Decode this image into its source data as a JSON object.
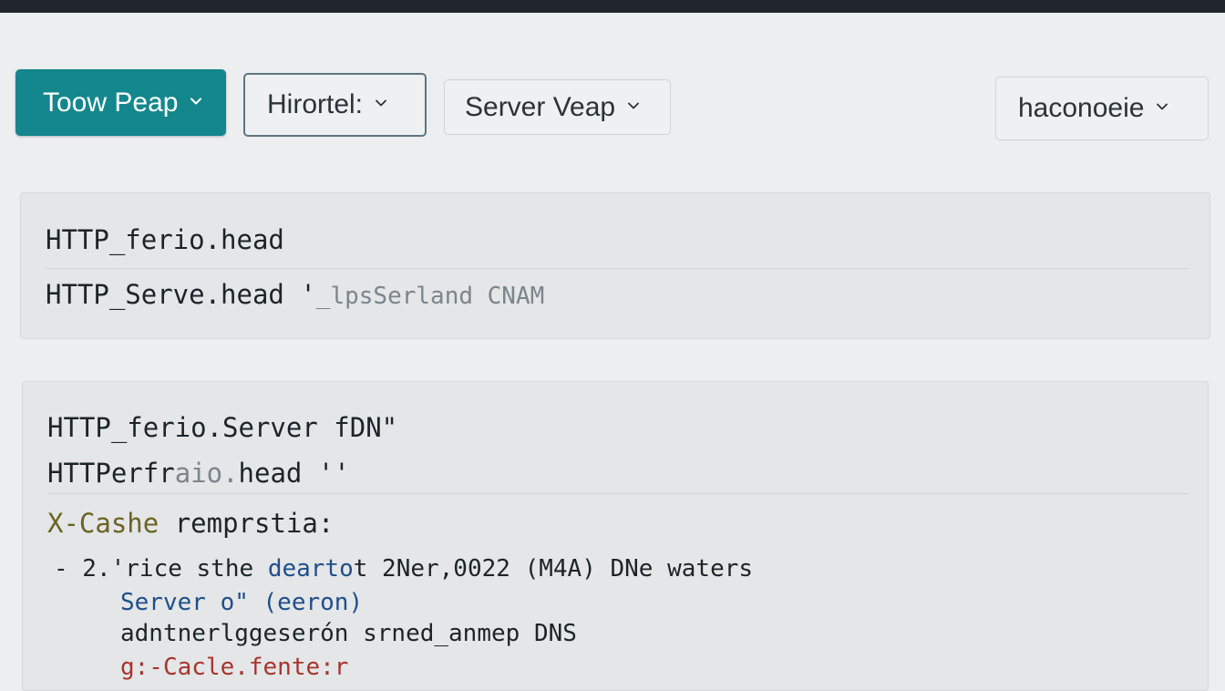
{
  "toolbar": {
    "dropdown_1": {
      "label": "Toow Peap"
    },
    "dropdown_2": {
      "label": "Hirortel:"
    },
    "dropdown_3": {
      "label": "Server Veap"
    },
    "dropdown_4": {
      "label": "haconoeie"
    }
  },
  "panel_1": {
    "line_1": "HTTP_ferio.head",
    "line_2_main": "HTTP_Serve.head '",
    "line_2_faded": "_lpsSerland CNAM"
  },
  "panel_2": {
    "line_1": "HTTP_ferio.Server fDN\"",
    "line_2_main": "HTTPerfr",
    "line_2_faded": "aio.",
    "line_2_tail": "head  ''",
    "header_key": "X-Cashe",
    "header_val": "remprstia:",
    "item_bullet": "- 2.'rice sthe ",
    "item_blue": "dearto",
    "item_rest": "t 2Ner,0022 (M4A) DNe waters",
    "sub_1": "Server o\" (eeron)",
    "sub_2": "adntnerlggeserón srned_anmep DNS",
    "sub_3": "g:-Cacle.fente:r"
  },
  "colors": {
    "primary": "#14878d",
    "topbar": "#20262c",
    "background": "#eceeef"
  },
  "icons": {
    "dropdown_chevron": "chevron-down-icon"
  }
}
